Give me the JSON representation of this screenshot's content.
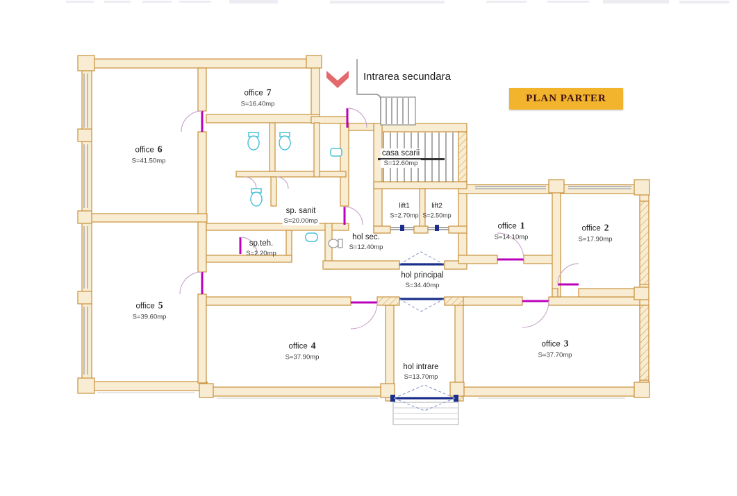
{
  "title": {
    "label": "PLAN PARTER"
  },
  "entrance": {
    "label": "Intrarea secundara"
  },
  "rooms": [
    {
      "id": "office-7",
      "name": "office",
      "number": "7",
      "area": "S=16.40mp"
    },
    {
      "id": "office-6",
      "name": "office",
      "number": "6",
      "area": "S=41.50mp"
    },
    {
      "id": "office-5",
      "name": "office",
      "number": "5",
      "area": "S=39.60mp"
    },
    {
      "id": "office-4",
      "name": "office",
      "number": "4",
      "area": "S=37.90mp"
    },
    {
      "id": "office-3",
      "name": "office",
      "number": "3",
      "area": "S=37.70mp"
    },
    {
      "id": "office-2",
      "name": "office",
      "number": "2",
      "area": "S=17.90mp"
    },
    {
      "id": "office-1",
      "name": "office",
      "number": "1",
      "area": "S=14.10mp"
    },
    {
      "id": "casa-scarii",
      "name": "casa scarii",
      "number": "",
      "area": "S=12.60mp"
    },
    {
      "id": "lift1",
      "name": "lift1",
      "number": "",
      "area": "S=2.70mp"
    },
    {
      "id": "lift2",
      "name": "lift2",
      "number": "",
      "area": "S=2.50mp"
    },
    {
      "id": "sp-sanit",
      "name": "sp. sanit",
      "number": "",
      "area": "S=20.00mp"
    },
    {
      "id": "sp-teh",
      "name": "sp.teh.",
      "number": "",
      "area": "S=2.20mp"
    },
    {
      "id": "hol-sec",
      "name": "hol sec.",
      "number": "",
      "area": "S=12.40mp"
    },
    {
      "id": "hol-principal",
      "name": "hol principal",
      "number": "",
      "area": "S=34.40mp"
    },
    {
      "id": "hol-intrare",
      "name": "hol intrare",
      "number": "",
      "area": "S=13.70mp"
    }
  ],
  "colors": {
    "wall_fill": "#f8ecd2",
    "wall_stroke": "#c8913c",
    "door_panel": "#bb00bb",
    "door_arc": "#c9a8c9",
    "door_navy": "#1b2f8a",
    "door_dash": "#8a97c9",
    "fixture_cyan": "#4cc2d8",
    "window_line": "#98a2b4",
    "stair_line": "#555555",
    "title_bg": "#f2b42d",
    "title_text": "#3d1212",
    "arrow_red": "#e26a6d",
    "text_dark": "#222222",
    "area_text": "#3a3a3a"
  }
}
